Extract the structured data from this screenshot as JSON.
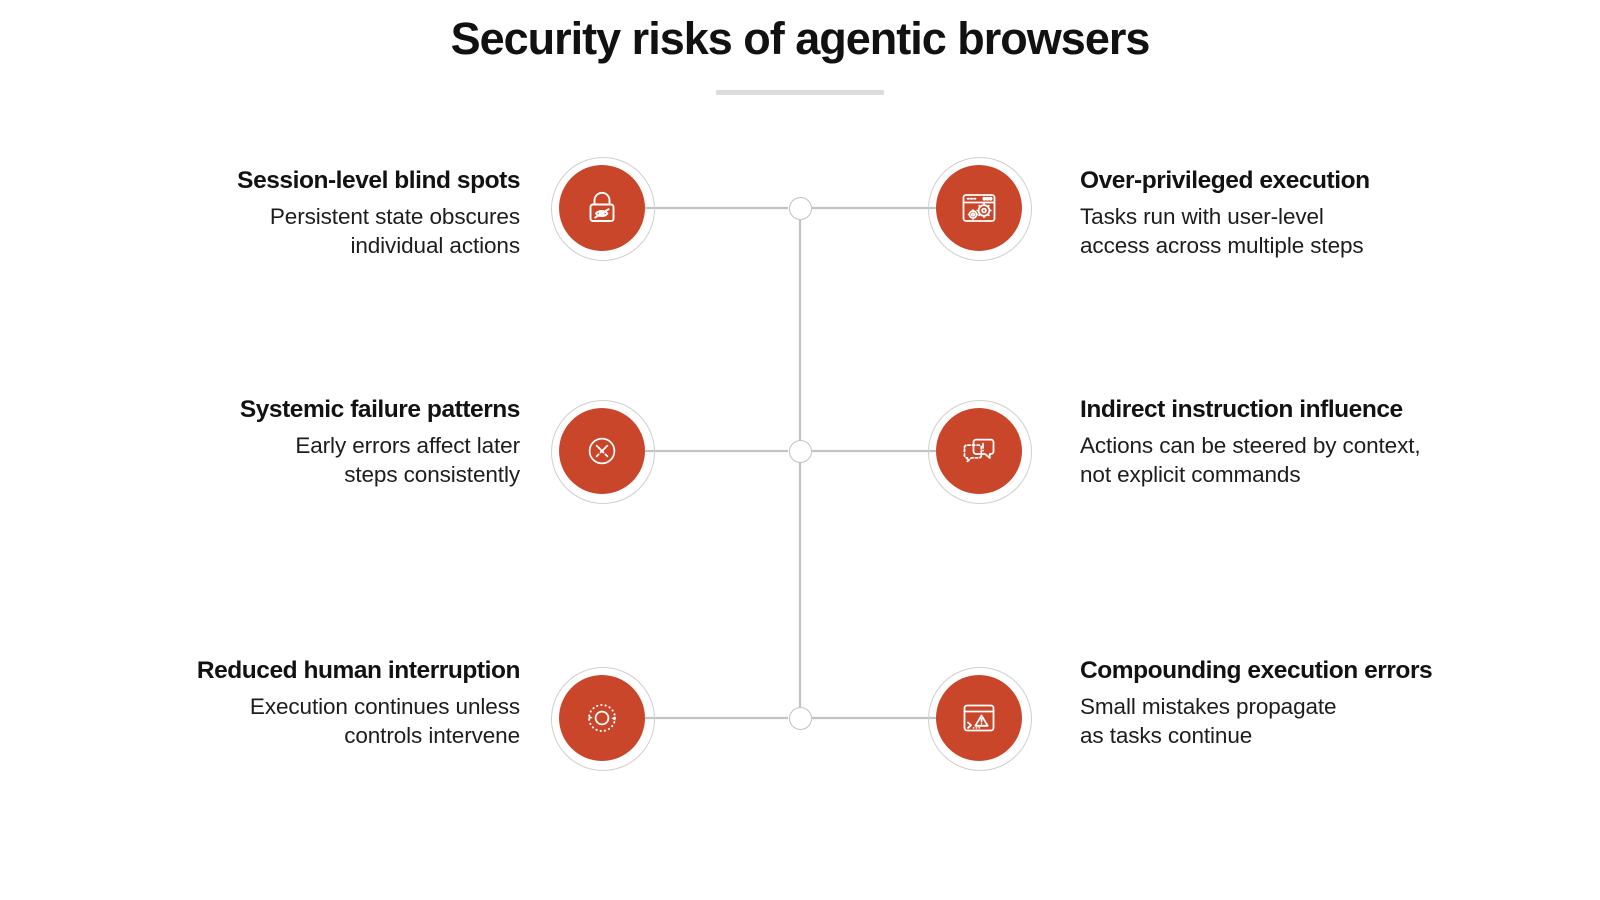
{
  "page": {
    "title": "Security risks of agentic browsers",
    "background_color": "#ffffff",
    "accent_color": "#c9462a",
    "line_color": "#c3c3c3",
    "rule_color": "#dcdcdc",
    "text_color": "#121212"
  },
  "diagram": {
    "type": "symmetric-node-map",
    "hub_count": 3,
    "rows": [
      {
        "left": {
          "icon": "padlock-eye-slash-icon",
          "heading": "Session-level blind spots",
          "body_lines": [
            "Persistent state obscures",
            "individual actions"
          ]
        },
        "right": {
          "icon": "browser-window-gears-icon",
          "heading": "Over-privileged execution",
          "body_lines": [
            "Tasks run with user-level",
            "access across multiple steps"
          ]
        }
      },
      {
        "left": {
          "icon": "crossing-paths-circle-icon",
          "heading": "Systemic failure patterns",
          "body_lines": [
            "Early errors affect later",
            "steps consistently"
          ]
        },
        "right": {
          "icon": "speech-bubbles-alert-icon",
          "heading": "Indirect instruction influence",
          "body_lines": [
            "Actions can be steered by context,",
            "not explicit commands"
          ]
        }
      },
      {
        "left": {
          "icon": "dotted-loop-arrows-icon",
          "heading": "Reduced human interruption",
          "body_lines": [
            "Execution continues unless",
            "controls intervene"
          ]
        },
        "right": {
          "icon": "terminal-warning-icon",
          "heading": "Compounding execution errors",
          "body_lines": [
            "Small mistakes propagate",
            "as tasks continue"
          ]
        }
      }
    ]
  }
}
